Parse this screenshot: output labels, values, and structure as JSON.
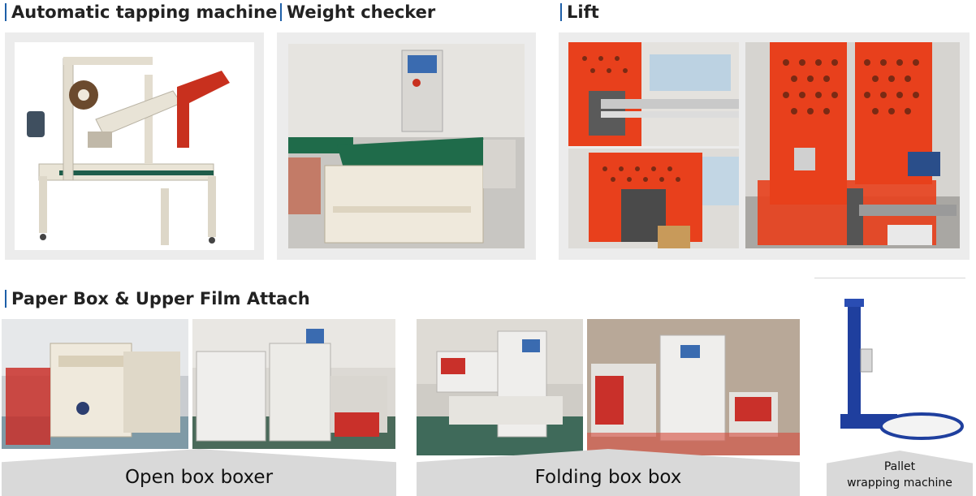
{
  "headings": {
    "tapping": "Automatic tapping machine",
    "weight": "Weight checker",
    "lift": "Lift",
    "paperbox": "Paper Box & Upper Film Attach"
  },
  "captions": {
    "open_box": "Open box boxer",
    "folding_box": "Folding box box",
    "pallet_line1": "Pallet",
    "pallet_line2": "wrapping machine"
  },
  "colors": {
    "accent_bar": "#1d5fa8",
    "frame_bg": "#ececec",
    "band_bg": "#d9d9d9",
    "machine_red": "#e8401c",
    "machine_cream": "#efe9dc",
    "conveyor_green": "#1f6b4a",
    "pallet_blue": "#1f3f9e"
  }
}
